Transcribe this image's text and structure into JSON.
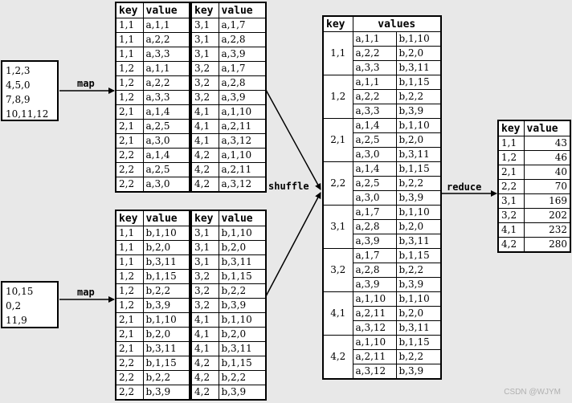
{
  "input1": {
    "lines": [
      "1,2,3",
      "4,5,0",
      "7,8,9",
      "10,11,12"
    ]
  },
  "input2": {
    "lines": [
      "10,15",
      "0,2",
      "11,9"
    ]
  },
  "labels": {
    "map1": "map",
    "map2": "map",
    "shuffle": "shuffle",
    "reduce": "reduce"
  },
  "headers": {
    "key": "key",
    "value": "value",
    "values": "values"
  },
  "map_a_left": [
    [
      "1,1",
      "a,1,1"
    ],
    [
      "1,1",
      "a,2,2"
    ],
    [
      "1,1",
      "a,3,3"
    ],
    [
      "1,2",
      "a,1,1"
    ],
    [
      "1,2",
      "a,2,2"
    ],
    [
      "1,2",
      "a,3,3"
    ],
    [
      "2,1",
      "a,1,4"
    ],
    [
      "2,1",
      "a,2,5"
    ],
    [
      "2,1",
      "a,3,0"
    ],
    [
      "2,2",
      "a,1,4"
    ],
    [
      "2,2",
      "a,2,5"
    ],
    [
      "2,2",
      "a,3,0"
    ]
  ],
  "map_a_right": [
    [
      "3,1",
      "a,1,7"
    ],
    [
      "3,1",
      "a,2,8"
    ],
    [
      "3,1",
      "a,3,9"
    ],
    [
      "3,2",
      "a,1,7"
    ],
    [
      "3,2",
      "a,2,8"
    ],
    [
      "3,2",
      "a,3,9"
    ],
    [
      "4,1",
      "a,1,10"
    ],
    [
      "4,1",
      "a,2,11"
    ],
    [
      "4,1",
      "a,3,12"
    ],
    [
      "4,2",
      "a,1,10"
    ],
    [
      "4,2",
      "a,2,11"
    ],
    [
      "4,2",
      "a,3,12"
    ]
  ],
  "map_b_left": [
    [
      "1,1",
      "b,1,10"
    ],
    [
      "1,1",
      "b,2,0"
    ],
    [
      "1,1",
      "b,3,11"
    ],
    [
      "1,2",
      "b,1,15"
    ],
    [
      "1,2",
      "b,2,2"
    ],
    [
      "1,2",
      "b,3,9"
    ],
    [
      "2,1",
      "b,1,10"
    ],
    [
      "2,1",
      "b,2,0"
    ],
    [
      "2,1",
      "b,3,11"
    ],
    [
      "2,2",
      "b,1,15"
    ],
    [
      "2,2",
      "b,2,2"
    ],
    [
      "2,2",
      "b,3,9"
    ]
  ],
  "map_b_right": [
    [
      "3,1",
      "b,1,10"
    ],
    [
      "3,1",
      "b,2,0"
    ],
    [
      "3,1",
      "b,3,11"
    ],
    [
      "3,2",
      "b,1,15"
    ],
    [
      "3,2",
      "b,2,2"
    ],
    [
      "3,2",
      "b,3,9"
    ],
    [
      "4,1",
      "b,1,10"
    ],
    [
      "4,1",
      "b,2,0"
    ],
    [
      "4,1",
      "b,3,11"
    ],
    [
      "4,2",
      "b,1,15"
    ],
    [
      "4,2",
      "b,2,2"
    ],
    [
      "4,2",
      "b,3,9"
    ]
  ],
  "shuffle_groups": [
    {
      "key": "1,1",
      "rows": [
        [
          "a,1,1",
          "b,1,10"
        ],
        [
          "a,2,2",
          "b,2,0"
        ],
        [
          "a,3,3",
          "b,3,11"
        ]
      ]
    },
    {
      "key": "1,2",
      "rows": [
        [
          "a,1,1",
          "b,1,15"
        ],
        [
          "a,2,2",
          "b,2,2"
        ],
        [
          "a,3,3",
          "b,3,9"
        ]
      ]
    },
    {
      "key": "2,1",
      "rows": [
        [
          "a,1,4",
          "b,1,10"
        ],
        [
          "a,2,5",
          "b,2,0"
        ],
        [
          "a,3,0",
          "b,3,11"
        ]
      ]
    },
    {
      "key": "2,2",
      "rows": [
        [
          "a,1,4",
          "b,1,15"
        ],
        [
          "a,2,5",
          "b,2,2"
        ],
        [
          "a,3,0",
          "b,3,9"
        ]
      ]
    },
    {
      "key": "3,1",
      "rows": [
        [
          "a,1,7",
          "b,1,10"
        ],
        [
          "a,2,8",
          "b,2,0"
        ],
        [
          "a,3,9",
          "b,3,11"
        ]
      ]
    },
    {
      "key": "3,2",
      "rows": [
        [
          "a,1,7",
          "b,1,15"
        ],
        [
          "a,2,8",
          "b,2,2"
        ],
        [
          "a,3,9",
          "b,3,9"
        ]
      ]
    },
    {
      "key": "4,1",
      "rows": [
        [
          "a,1,10",
          "b,1,10"
        ],
        [
          "a,2,11",
          "b,2,0"
        ],
        [
          "a,3,12",
          "b,3,11"
        ]
      ]
    },
    {
      "key": "4,2",
      "rows": [
        [
          "a,1,10",
          "b,1,15"
        ],
        [
          "a,2,11",
          "b,2,2"
        ],
        [
          "a,3,12",
          "b,3,9"
        ]
      ]
    }
  ],
  "reduce_result": [
    [
      "1,1",
      "43"
    ],
    [
      "1,2",
      "46"
    ],
    [
      "2,1",
      "40"
    ],
    [
      "2,2",
      "70"
    ],
    [
      "3,1",
      "169"
    ],
    [
      "3,2",
      "202"
    ],
    [
      "4,1",
      "232"
    ],
    [
      "4,2",
      "280"
    ]
  ],
  "watermark": "CSDN @WJYM"
}
